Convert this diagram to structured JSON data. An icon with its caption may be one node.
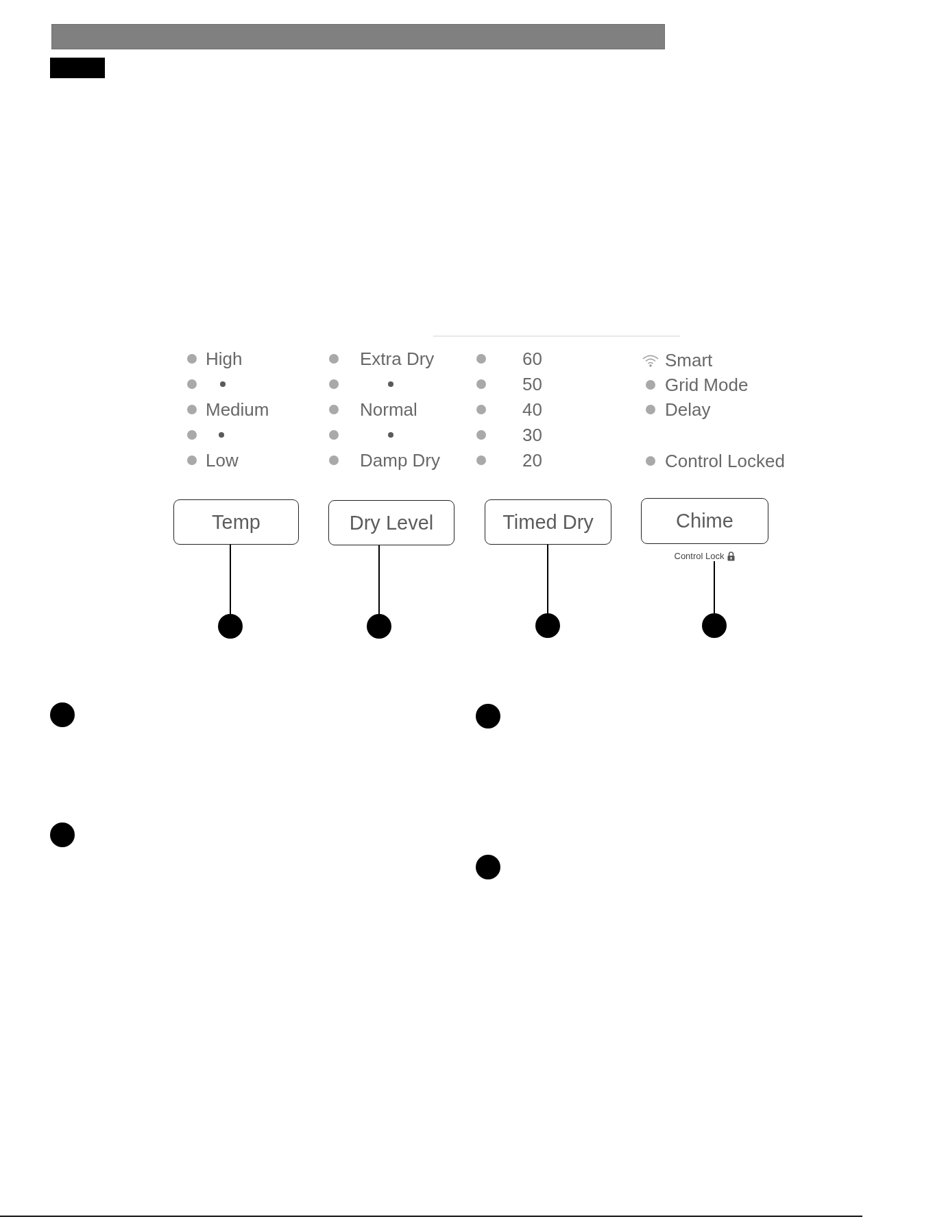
{
  "diagram": {
    "nodes": [
      {
        "text": [],
        "shape": "bar"
      },
      {
        "text": [],
        "shape": "box"
      },
      {
        "text": [
          "Temp"
        ]
      },
      {
        "text": [
          "Dry Level"
        ]
      },
      {
        "text": [
          "Timed Dry"
        ]
      },
      {
        "text": [
          "Chime"
        ],
        "beside": [
          "Control Lock"
        ]
      },
      {
        "text": [],
        "shape": "circle"
      },
      {
        "text": [],
        "shape": "circle"
      },
      {
        "text": [],
        "shape": "circle"
      },
      {
        "text": [],
        "shape": "circle"
      },
      {
        "text": [],
        "shape": "circle"
      },
      {
        "text": [],
        "shape": "circle"
      },
      {
        "text": [],
        "shape": "circle"
      },
      {
        "text": [],
        "shape": "circle"
      }
    ],
    "edges": [
      {
        "from": 6,
        "to": 2,
        "arrow": "none"
      },
      {
        "from": 7,
        "to": 3,
        "arrow": "none"
      },
      {
        "from": 8,
        "to": 4,
        "arrow": "none"
      },
      {
        "from": 9,
        "to": 5,
        "arrow": "none"
      }
    ],
    "labels": [
      "High",
      "Medium",
      "Low",
      "Extra Dry",
      "Normal",
      "Damp Dry",
      "60",
      "50",
      "40",
      "30",
      "20",
      "Smart",
      "Grid Mode",
      "Delay",
      "Control Locked"
    ]
  }
}
